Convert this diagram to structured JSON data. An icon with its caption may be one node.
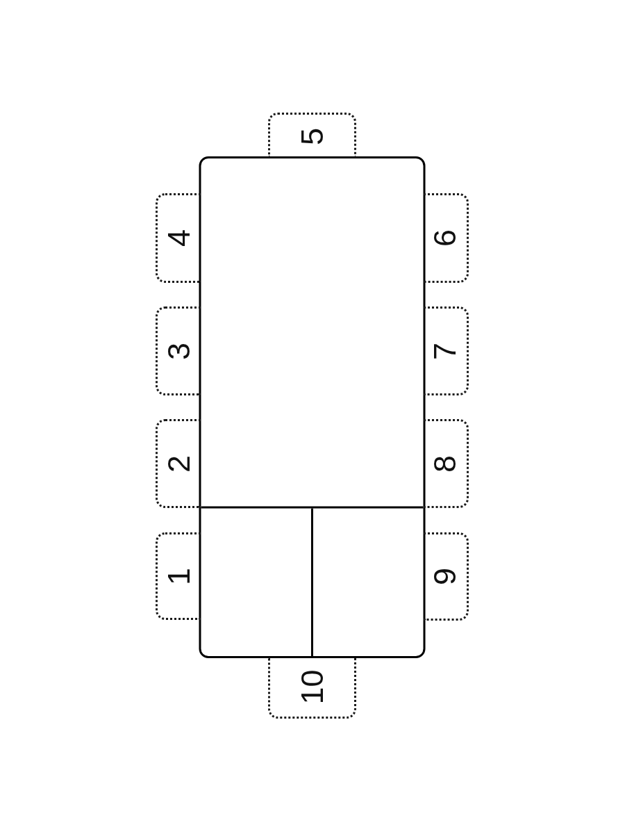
{
  "diagram": {
    "nodes": [
      {
        "text": [
          "1"
        ]
      },
      {
        "text": [
          "2"
        ]
      },
      {
        "text": [
          "3"
        ]
      },
      {
        "text": [
          "4"
        ]
      },
      {
        "text": [
          "5"
        ]
      },
      {
        "text": [
          "6"
        ]
      },
      {
        "text": [
          "7"
        ]
      },
      {
        "text": [
          "8"
        ]
      },
      {
        "text": [
          "9"
        ]
      },
      {
        "text": [
          "10"
        ]
      }
    ]
  }
}
